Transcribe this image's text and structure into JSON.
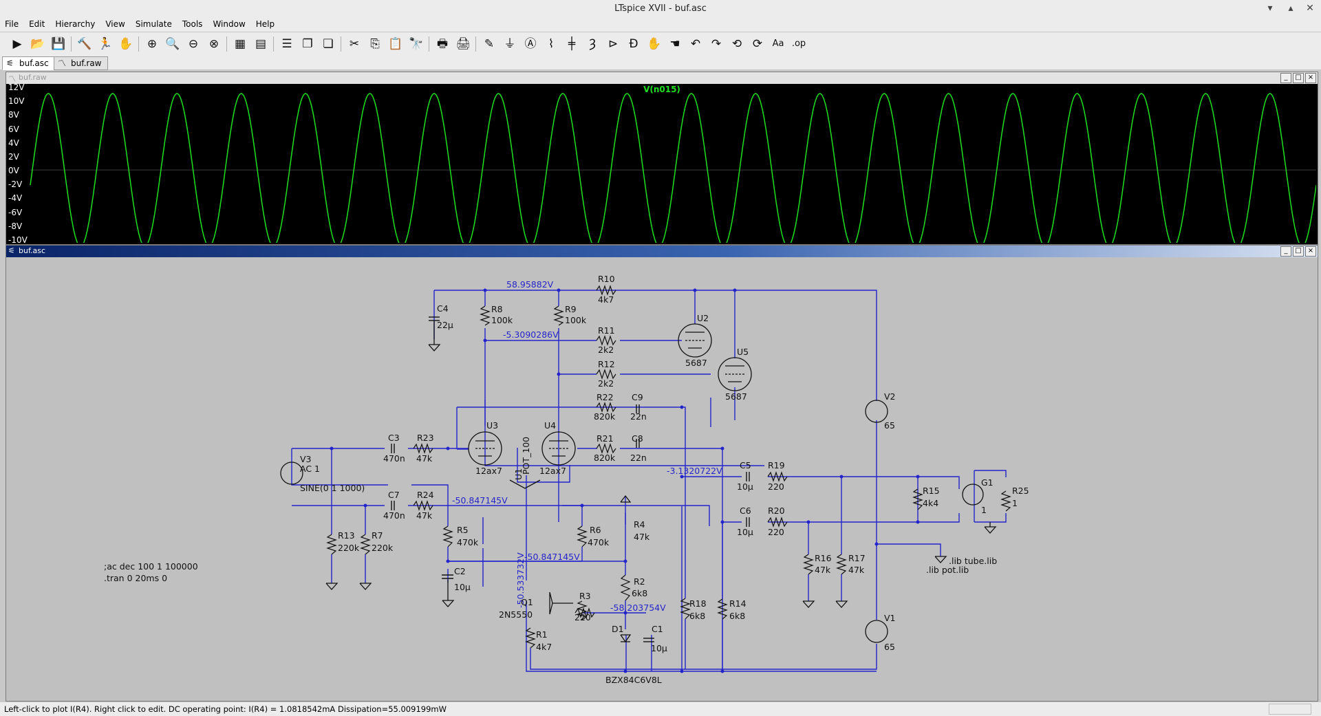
{
  "app": {
    "title": "LTspice XVII - buf.asc"
  },
  "window_controls": {
    "minimize": "▾",
    "maximize": "▴",
    "close": "✕"
  },
  "menu": [
    "File",
    "Edit",
    "Hierarchy",
    "View",
    "Simulate",
    "Tools",
    "Window",
    "Help"
  ],
  "toolbar": {
    "icons": [
      {
        "name": "run-icon",
        "glyph": "▶"
      },
      {
        "name": "open-icon",
        "glyph": "📂"
      },
      {
        "name": "save-icon",
        "glyph": "💾"
      },
      {
        "name": "control-panel-icon",
        "glyph": "🔨"
      },
      {
        "name": "run-sim-icon",
        "glyph": "🏃"
      },
      {
        "name": "halt-icon",
        "glyph": "✋"
      },
      {
        "name": "zoom-in-icon",
        "glyph": "⊕"
      },
      {
        "name": "zoom-pan-icon",
        "glyph": "🔍"
      },
      {
        "name": "zoom-out-icon",
        "glyph": "⊖"
      },
      {
        "name": "zoom-fit-icon",
        "glyph": "⊗"
      },
      {
        "name": "autorange-icon",
        "glyph": "▦"
      },
      {
        "name": "grid-icon",
        "glyph": "▤"
      },
      {
        "name": "tile-horizontal-icon",
        "glyph": "☰"
      },
      {
        "name": "cascade-icon",
        "glyph": "❐"
      },
      {
        "name": "tile-vertical-icon",
        "glyph": "❏"
      },
      {
        "name": "cut-icon",
        "glyph": "✂"
      },
      {
        "name": "copy-icon",
        "glyph": "⎘"
      },
      {
        "name": "paste-icon",
        "glyph": "📋"
      },
      {
        "name": "find-icon",
        "glyph": "🔭"
      },
      {
        "name": "print-icon",
        "glyph": "🖶"
      },
      {
        "name": "print-setup-icon",
        "glyph": "🖨"
      },
      {
        "name": "draw-wire-icon",
        "glyph": "✎"
      },
      {
        "name": "ground-icon",
        "glyph": "⏚"
      },
      {
        "name": "label-net-icon",
        "glyph": "Ⓐ"
      },
      {
        "name": "resistor-icon",
        "glyph": "⌇"
      },
      {
        "name": "capacitor-icon",
        "glyph": "╪"
      },
      {
        "name": "inductor-icon",
        "glyph": "Ȝ"
      },
      {
        "name": "diode-icon",
        "glyph": "⊳"
      },
      {
        "name": "component-icon",
        "glyph": "Ð"
      },
      {
        "name": "move-icon",
        "glyph": "✋"
      },
      {
        "name": "drag-icon",
        "glyph": "☚"
      },
      {
        "name": "undo-icon",
        "glyph": "↶"
      },
      {
        "name": "redo-icon",
        "glyph": "↷"
      },
      {
        "name": "rotate-icon",
        "glyph": "⟲"
      },
      {
        "name": "mirror-icon",
        "glyph": "⟳"
      },
      {
        "name": "text-icon",
        "glyph": "Aa"
      },
      {
        "name": "spice-directive-icon",
        "glyph": ".op"
      }
    ]
  },
  "tabs": [
    {
      "label": "buf.asc",
      "icon": "schematic-tab-icon",
      "glyph": "⚟",
      "active": true
    },
    {
      "label": "buf.raw",
      "icon": "waveform-tab-icon",
      "glyph": "〽",
      "active": false
    }
  ],
  "plot_window": {
    "title": "buf.raw",
    "trace_label": "V(n015)",
    "trace_color": "#1ee01e",
    "y_ticks": [
      "12V",
      "10V",
      "8V",
      "6V",
      "4V",
      "2V",
      "0V",
      "-2V",
      "-4V",
      "-6V",
      "-8V",
      "-10V"
    ]
  },
  "chart_data": {
    "type": "line",
    "title": "V(n015)",
    "xlabel": "",
    "ylabel": "",
    "ylim": [
      -10,
      12
    ],
    "xlim": [
      0,
      20
    ],
    "series": [
      {
        "name": "V(n015)",
        "amplitude": 11,
        "offset": 0,
        "frequency_hz": 1000,
        "x_range_ms": [
          0,
          20
        ]
      }
    ]
  },
  "schematic_window": {
    "title": "buf.asc"
  },
  "schematic": {
    "wire_color": "#2424cc",
    "voltages": {
      "v1": "58.95882V",
      "v2": "-5.3090286V",
      "v3": "-50.847145V",
      "v4": "-50.847145V",
      "v5": "-3.1320722V",
      "v6": "-58.203754V",
      "v7": "-50.533732V"
    },
    "components": {
      "c4": [
        "C4",
        "22µ"
      ],
      "r8": [
        "R8",
        "100k"
      ],
      "r9": [
        "R9",
        "100k"
      ],
      "r10": [
        "R10",
        "4k7"
      ],
      "r11": [
        "R11",
        "2k2"
      ],
      "r12": [
        "R12",
        "2k2"
      ],
      "u2": [
        "U2",
        "5687"
      ],
      "u5": [
        "U5",
        "5687"
      ],
      "r22": [
        "R22",
        "820k"
      ],
      "c9": [
        "C9",
        "22n"
      ],
      "r21": [
        "R21",
        "820k"
      ],
      "c8": [
        "C8",
        "22n"
      ],
      "u3": [
        "U3",
        "12ax7"
      ],
      "u4": [
        "U4",
        "12ax7"
      ],
      "u1": [
        "U1",
        "POT_100"
      ],
      "c3": [
        "C3",
        "470n"
      ],
      "r23": [
        "R23",
        "47k"
      ],
      "c7": [
        "C7",
        "470n"
      ],
      "r24": [
        "R24",
        "47k"
      ],
      "v3": [
        "V3",
        "AC 1"
      ],
      "v3_fn": "SINE(0 1 1000)",
      "r13": [
        "R13",
        "220k"
      ],
      "r7": [
        "R7",
        "220k"
      ],
      "r5": [
        "R5",
        "470k"
      ],
      "r6": [
        "R6",
        "470k"
      ],
      "c2": [
        "C2",
        "10µ"
      ],
      "r4": [
        "R4",
        "47k"
      ],
      "r2": [
        "R2",
        "6k8"
      ],
      "q1": [
        "Q1",
        "2N5550"
      ],
      "r3": [
        "R3",
        "220"
      ],
      "r1": [
        "R1",
        "4k7"
      ],
      "d1": [
        "D1",
        "BZX84C6V8L"
      ],
      "c1": [
        "C1",
        "10µ"
      ],
      "r18": [
        "R18",
        "6k8"
      ],
      "r14": [
        "R14",
        "6k8"
      ],
      "c5": [
        "C5",
        "10µ"
      ],
      "r19": [
        "R19",
        "220"
      ],
      "c6": [
        "C6",
        "10µ"
      ],
      "r20": [
        "R20",
        "220"
      ],
      "r16": [
        "R16",
        "47k"
      ],
      "r17": [
        "R17",
        "47k"
      ],
      "r15": [
        "R15",
        "4k4"
      ],
      "g1": [
        "G1",
        "1"
      ],
      "r25": [
        "R25",
        "1"
      ],
      "v2": [
        "V2",
        "65"
      ],
      "v1s": [
        "V1",
        "65"
      ]
    },
    "directives": {
      "ac": ";ac dec 100 1 100000",
      "tran": ".tran 0 20ms 0",
      "lib_tube": ".lib tube.lib",
      "lib_pot": ".lib pot.lib"
    }
  },
  "status": {
    "text": "Left-click to plot I(R4).  Right click to edit.  DC operating point: I(R4) = 1.0818542mA   Dissipation=55.009199mW"
  }
}
